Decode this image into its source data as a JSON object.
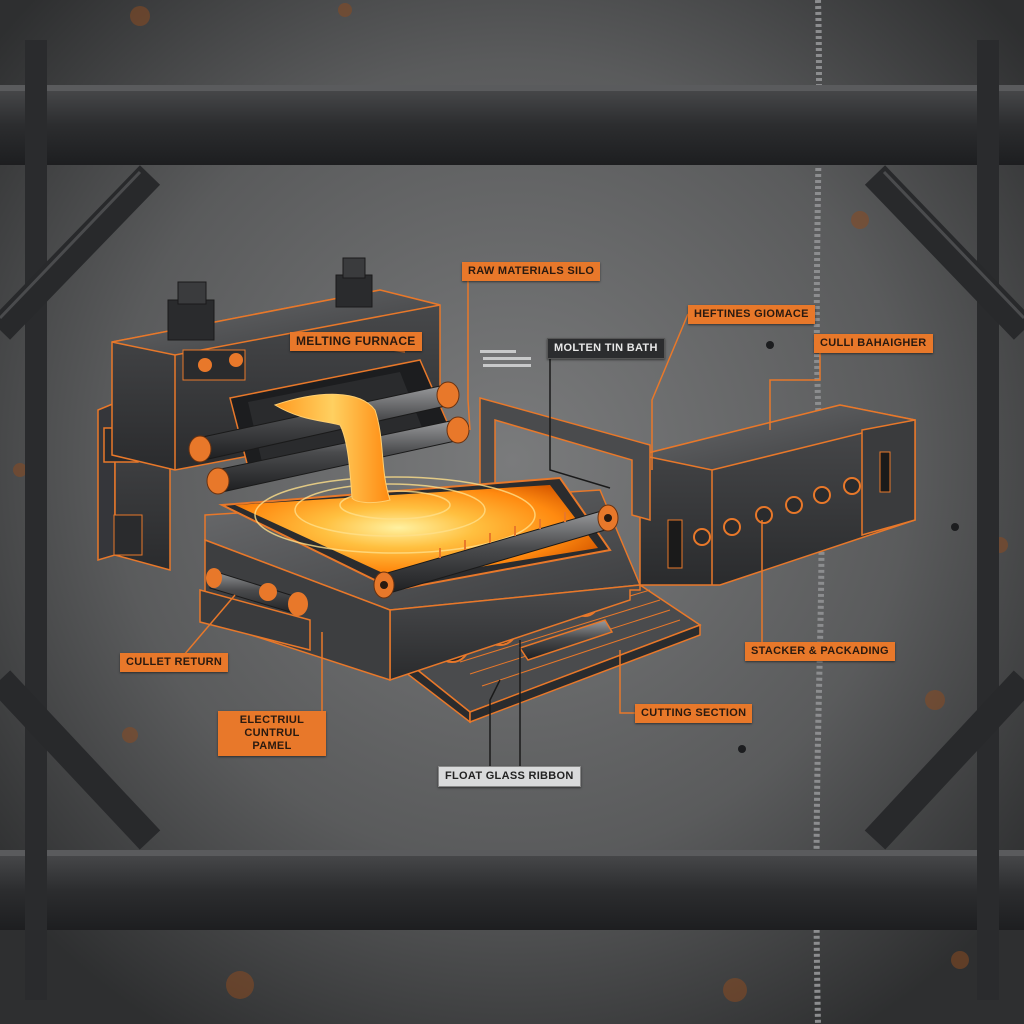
{
  "diagram": {
    "labels": {
      "raw_materials_silo": "RAW MATERIALS SILO",
      "melting_furnace": "MELTING FURNACE",
      "molten_tin_bath": "MOLTEN TIN BATH",
      "heftines_giomace": "HEFTINES GIOMACE",
      "culli_bahaigher": "CULLI BAHAIGHER",
      "cullet_return": "CULLET RETURN",
      "electrical_control_panel_line1": "ELECTRIUL CUNTRUL",
      "electrical_control_panel_line2": "PAMEL",
      "cutting_section": "CUTTING SECTION",
      "stacker_packaging": "STACKER & PACKADING",
      "float_glass_ribbon": "FLOAT GLASS RIBBON"
    },
    "colors": {
      "accent": "#e8782a",
      "steel": "#3d3e40",
      "molten": "#ffb030",
      "background": "#5a5b5c"
    }
  }
}
